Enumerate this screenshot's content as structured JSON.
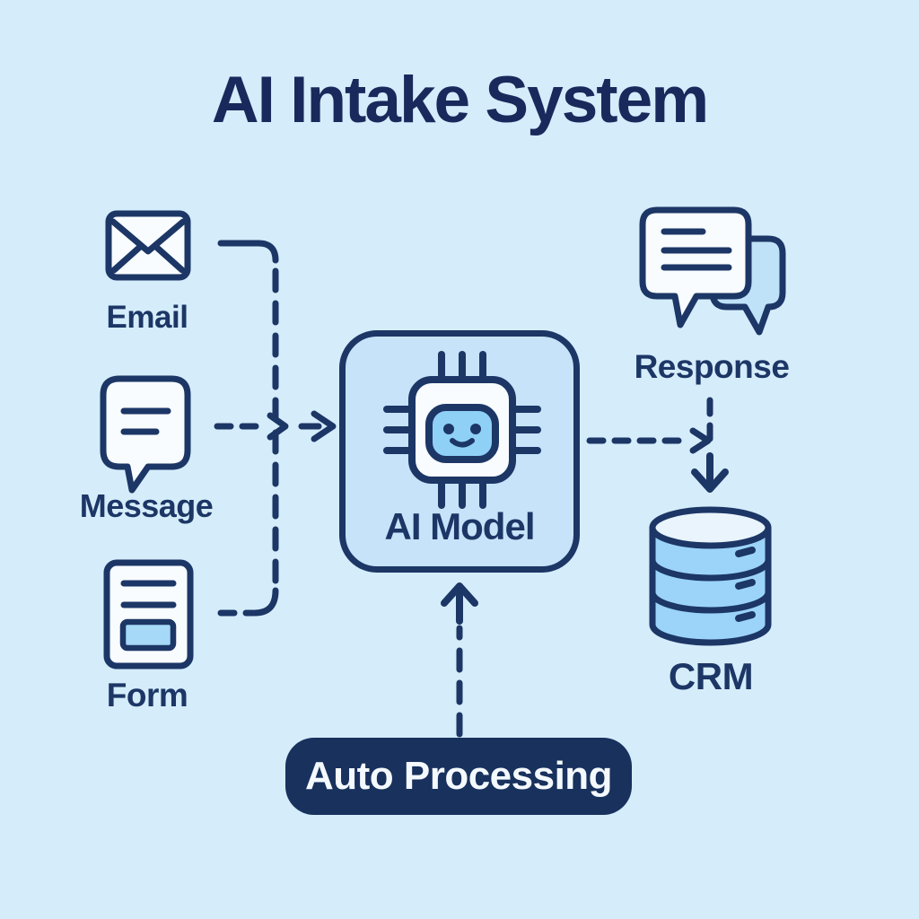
{
  "colors": {
    "bg": "#d5ecfa",
    "navy": "#1c3666",
    "title-color": "#19295c",
    "box-fill": "#c6e3f9",
    "icon-fill": "#f8fcfe",
    "face-fill": "#8fd0f7",
    "bubble-back-fill": "#bfe2f8",
    "input-fill": "#a5d9f7",
    "db-fill": "#9bd4f8",
    "db-top-fill": "#e9f4fc",
    "pill-fill": "#18315d",
    "pill-text": "#f4f9fd"
  },
  "diagram": {
    "title": "AI Intake System",
    "nodes": {
      "email": {
        "label": "Email",
        "icon": "email-envelope-icon"
      },
      "message": {
        "label": "Message",
        "icon": "message-bubble-icon"
      },
      "form": {
        "label": "Form",
        "icon": "form-document-icon"
      },
      "ai_model": {
        "label": "AI Model",
        "icon": "ai-chip-robot-icon"
      },
      "response": {
        "label": "Response",
        "icon": "response-chat-bubbles-icon"
      },
      "crm": {
        "label": "CRM",
        "icon": "crm-database-icon"
      },
      "auto_processing": {
        "label": "Auto Processing"
      }
    },
    "connections": [
      {
        "from": "email",
        "to": "ai_model",
        "style": "dashed"
      },
      {
        "from": "message",
        "to": "ai_model",
        "style": "dashed-arrow"
      },
      {
        "from": "form",
        "to": "ai_model",
        "style": "dashed"
      },
      {
        "from": "ai_model",
        "to": "response",
        "style": "dashed-arrow"
      },
      {
        "from": "response",
        "to": "crm",
        "style": "dashed-arrow"
      },
      {
        "from": "auto_processing",
        "to": "ai_model",
        "style": "dashed-arrow"
      }
    ]
  }
}
